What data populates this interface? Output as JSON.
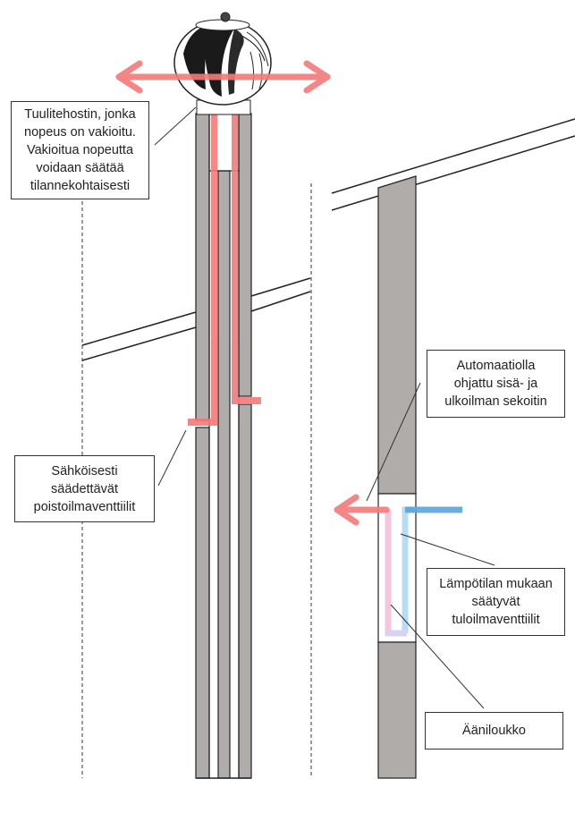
{
  "diagram": {
    "title": "Chimney ventilation system diagram",
    "colors": {
      "exhaust_air": "#f47a7a",
      "cold_supply_air": "#5aa5d8",
      "warm_supply_line": "#f7c4dc",
      "cool_supply_line": "#b7dcf7",
      "chimney_fill": "#b0acaa",
      "outline": "#222222"
    },
    "icons": {
      "ventilator": "wind-turbine-ventilator-icon",
      "arrow_out": "arrow-icon"
    }
  },
  "labels": {
    "turbine": "Tuulitehostin, jonka\nnopeus on vakioitu.\nVakioitua nopeutta\nvoidaan säätää\ntilannekohtaisesti",
    "exhaust_valves": "Sähköisesti\nsäädettävät\npoistoilmaventtiilit",
    "mixer": "Automaatiolla\nohjattu sisä- ja\nulkoilman sekoitin",
    "supply_valves": "Lämpötilan mukaan\nsäätyvät\ntuloilmaventtiilit",
    "sound_trap": "Äänilouk­ko"
  }
}
